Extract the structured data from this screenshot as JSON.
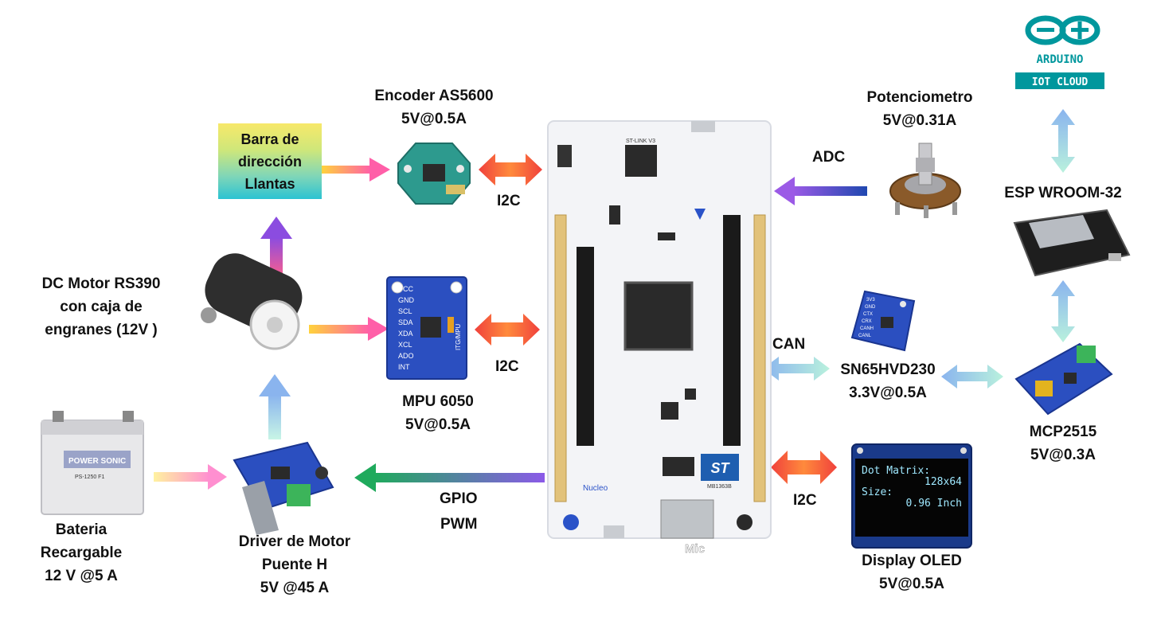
{
  "labels": {
    "encoder": [
      "Encoder AS5600",
      "5V@0.5A"
    ],
    "barra": [
      "Barra de",
      "dirección",
      "Llantas"
    ],
    "dc_motor": [
      "DC Motor RS390",
      "con caja de",
      "engranes (12V )"
    ],
    "mpu": [
      "MPU 6050",
      "5V@0.5A"
    ],
    "bateria": [
      "Bateria",
      "Recargable",
      "12 V @5 A"
    ],
    "driver": [
      "Driver de Motor",
      "Puente H",
      "5V @45 A"
    ],
    "pot": [
      "Potenciometro",
      "5V@0.31A"
    ],
    "esp": [
      "ESP WROOM-32"
    ],
    "sn65": [
      "SN65HVD230",
      "3.3V@0.5A"
    ],
    "mcp": [
      "MCP2515",
      "5V@0.3A"
    ],
    "oled": [
      "Display OLED",
      "5V@0.5A"
    ]
  },
  "protocols": {
    "i2c_encoder": "I2C",
    "i2c_mpu": "I2C",
    "adc": "ADC",
    "can": "CAN",
    "gpio": "GPIO",
    "pwm": "PWM",
    "i2c_oled": "I2C"
  },
  "arduino": {
    "brand": "ARDUINO",
    "product": "IOT CLOUD"
  },
  "mpu_pins": [
    "VCC",
    "GND",
    "SCL",
    "SDA",
    "XDA",
    "XCL",
    "ADO",
    "INT"
  ],
  "mpu_chip_text": "ITG/MPU",
  "sn65_pins": [
    "3V3",
    "GND",
    "CTX",
    "CRX",
    "CANH",
    "CANL"
  ],
  "oled_screen": {
    "line1": "Dot Matrix:",
    "line2": "128x64",
    "line3": "Size:",
    "line4": "0.96 Inch"
  },
  "nucleo": {
    "logo": "Nucleo",
    "model": "MB1363B",
    "stlink": "ST-LINK V3",
    "partial": "Mic"
  },
  "battery": {
    "brand": "POWER SONIC",
    "model": "PS-1250 F1"
  },
  "colors": {
    "accent_red": "#f0413c",
    "accent_orange": "#ff8a3c",
    "accent_blue": "#8ab4ee",
    "accent_purple": "#8b4ce0",
    "accent_green": "#2bb36a",
    "board_blue": "#1f3f8a",
    "pcb_teal": "#2d9a8e",
    "arduino_teal": "#00979d"
  }
}
